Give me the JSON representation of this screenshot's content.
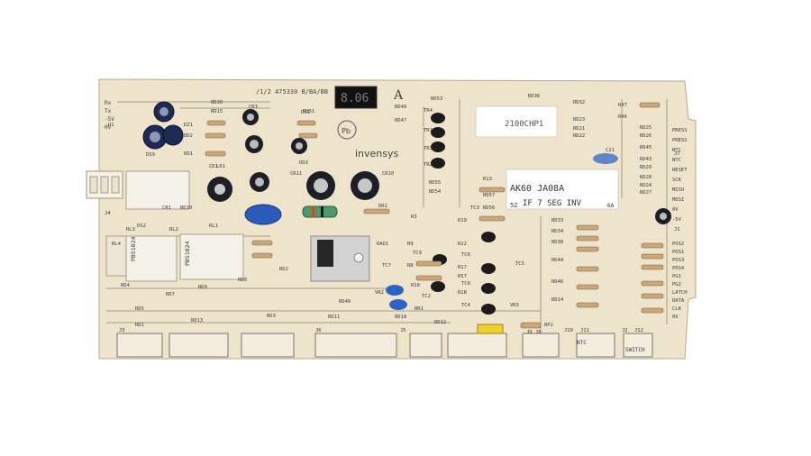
{
  "board": {
    "part_number": "/1/2 475330 B/BA/BB",
    "brand": "invensys",
    "revision_mark": "A",
    "sticker_top": "2100CHP1",
    "sticker_model": "AK60 JA08A",
    "sticker_model_line2": "IF 7 SEG INV",
    "sticker_small": "52",
    "sticker_code": "6A",
    "display_digits": "8.06",
    "relay_text": "PB51024",
    "connector_switch": "SWITCH",
    "connector_ntc": "NTC",
    "silk_left_top": [
      "Rx",
      "Tx",
      "-5V",
      "0V"
    ],
    "silk_right": [
      "PRESS",
      "PRESS",
      "NTC",
      "NTC",
      "RESET",
      "SCK",
      "MISO",
      "MOSI",
      "0V",
      "-5V"
    ],
    "silk_right_lower": [
      "POS2",
      "POS1",
      "POS3",
      "POS4",
      "PG1",
      "PG2",
      "LATCH",
      "DATA",
      "CLK",
      "0V"
    ],
    "designators": {
      "resistors": [
        "RD30",
        "RD15",
        "RD51",
        "RD49",
        "RD47",
        "RD53",
        "RD36",
        "RD32",
        "R47",
        "R46",
        "RD23",
        "RD21",
        "RD22",
        "RD25",
        "RD26",
        "RD45",
        "RD43",
        "RD29",
        "RD28",
        "RD24",
        "RD27",
        "RD33",
        "RD34",
        "RD38",
        "RD44",
        "RD46",
        "RD14",
        "RD10",
        "RD11",
        "RD12",
        "RD13",
        "RD3",
        "RD1",
        "RD5",
        "RD7",
        "RD8",
        "RD9",
        "RD4",
        "RD2",
        "RD40",
        "RD18",
        "R13",
        "R19",
        "R22",
        "R17",
        "R57",
        "R28",
        "R18",
        "R9",
        "R8",
        "R3",
        "RD55",
        "RD54",
        "RD57",
        "RD56"
      ],
      "diodes": [
        "DZ1",
        "DD2",
        "DD1",
        "DS1",
        "DS2",
        "DD3",
        "DR1"
      ],
      "capacitors": [
        "CR3",
        "CR11",
        "CR10",
        "CD1",
        "CR1"
      ],
      "transistors": [
        "TR4",
        "TR1",
        "TR3",
        "TR2",
        "TC3",
        "TC6",
        "TC8",
        "TC7",
        "TC9",
        "TC2",
        "TC4",
        "TC5"
      ],
      "relays": [
        "RL4",
        "RL3",
        "RL1",
        "RL2"
      ],
      "connectors": [
        "J4",
        "J3",
        "J5",
        "J6",
        "J7",
        "J8",
        "J9",
        "J10",
        "J11",
        "J12",
        "J2",
        "J1"
      ],
      "misc": [
        "RAD1",
        "VR2",
        "VR3",
        "RP2",
        "RR1",
        "U1",
        "DS9",
        "C21",
        "L01"
      ]
    }
  }
}
